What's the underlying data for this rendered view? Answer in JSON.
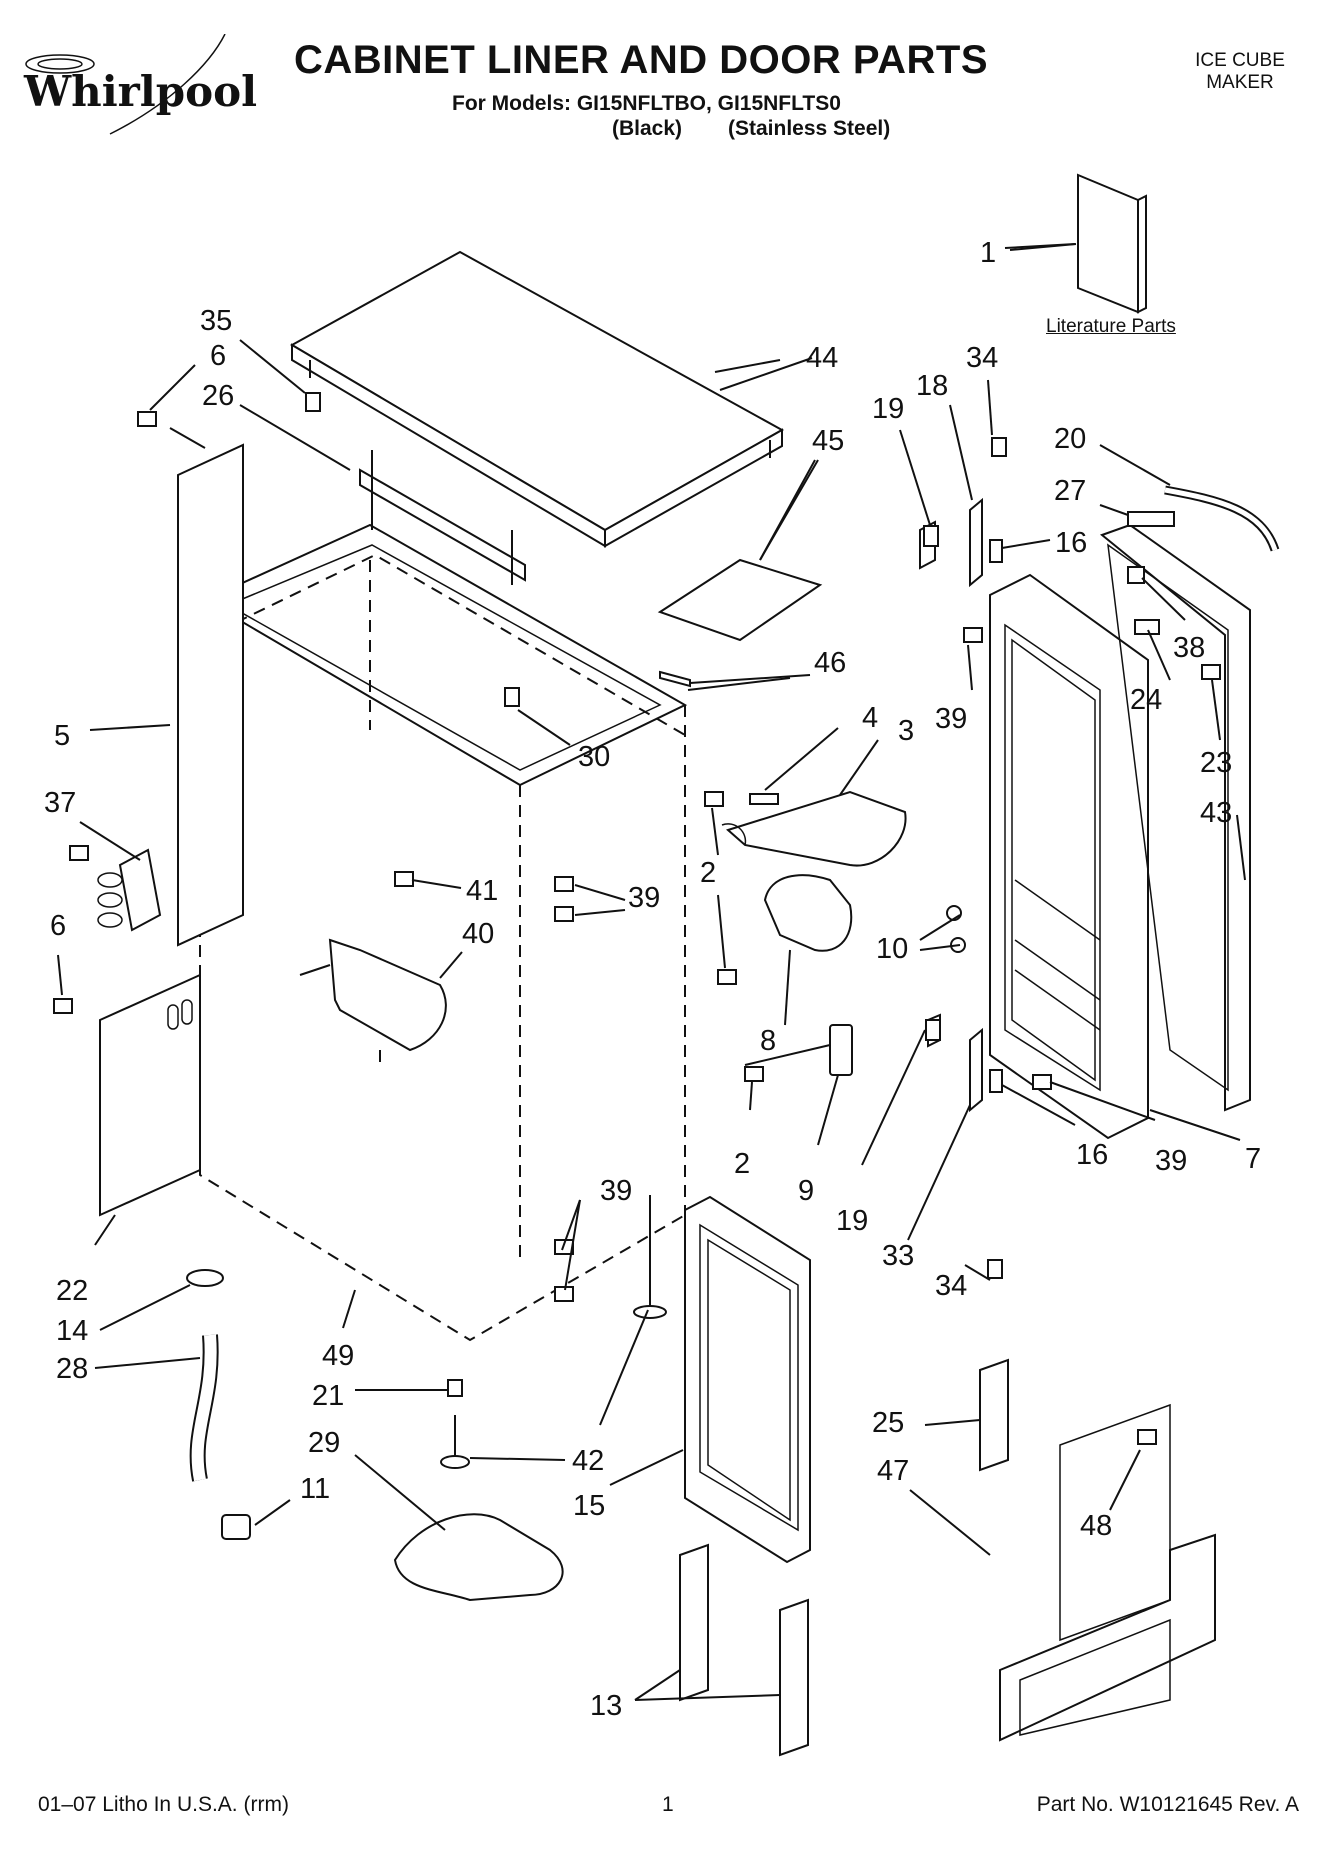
{
  "header": {
    "brand": "Whirlpool",
    "title": "CABINET LINER AND DOOR PARTS",
    "models_line": "For Models: GI15NFLTBO, GI15NFLTS0",
    "variant_black": "(Black)",
    "variant_steel": "(Stainless Steel)",
    "category_line1": "ICE CUBE",
    "category_line2": "MAKER"
  },
  "literature_caption": "Literature Parts",
  "callouts": [
    "1",
    "35",
    "6",
    "26",
    "44",
    "45",
    "34",
    "18",
    "19",
    "20",
    "16",
    "27",
    "38",
    "39",
    "24",
    "23",
    "46",
    "5",
    "4",
    "3",
    "30",
    "43",
    "37",
    "41",
    "39",
    "2",
    "40",
    "6",
    "10",
    "8",
    "2",
    "9",
    "19",
    "16",
    "39",
    "7",
    "33",
    "34",
    "39",
    "22",
    "14",
    "49",
    "28",
    "21",
    "42",
    "25",
    "29",
    "11",
    "15",
    "47",
    "48",
    "13"
  ],
  "footer": {
    "litho": "01–07 Litho In U.S.A. (rrm)",
    "page": "1",
    "part_no": "Part No. W10121645 Rev. A"
  }
}
